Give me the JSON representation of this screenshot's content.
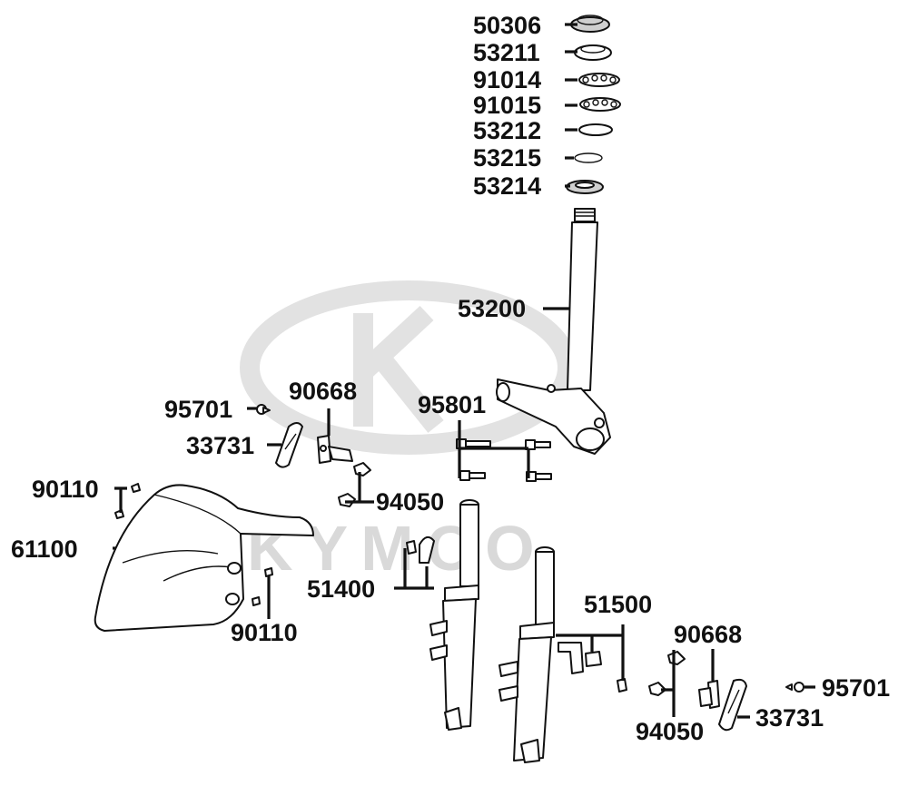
{
  "watermark": {
    "brand": "KYMCO"
  },
  "labels": {
    "p50306": "50306",
    "p53211": "53211",
    "p91014": "91014",
    "p91015": "91015",
    "p53212": "53212",
    "p53215": "53215",
    "p53214": "53214",
    "p53200": "53200",
    "p95701_left": "95701",
    "p90668_left": "90668",
    "p33731_left": "33731",
    "p95801": "95801",
    "p90110_top": "90110",
    "p94050_left": "94050",
    "p61100": "61100",
    "p51400": "51400",
    "p90110_bottom": "90110",
    "p51500": "51500",
    "p90668_right": "90668",
    "p95701_right": "95701",
    "p33731_right": "33731",
    "p94050_right": "94050"
  }
}
